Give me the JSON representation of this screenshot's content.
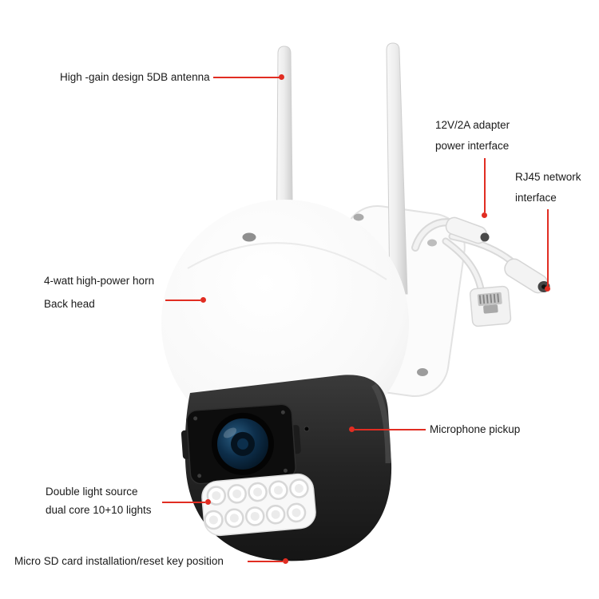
{
  "colors": {
    "background": "#ffffff",
    "callout_red": "#e12d22",
    "label_text": "#1a1a1a",
    "camera_body_black": "#1d1d1d",
    "camera_dome_white": "#f8f8f8",
    "lens_blue": "#0d2e4a"
  },
  "callouts": {
    "antenna": {
      "label": "High -gain design 5DB antenna"
    },
    "power": {
      "line1": "12V/2A adapter",
      "line2": "power interface"
    },
    "rj45": {
      "line1": "RJ45 network",
      "line2": "interface"
    },
    "horn": {
      "line1": "4-watt high-power horn",
      "line2": "Back head"
    },
    "mic": {
      "label": "Microphone pickup"
    },
    "lights": {
      "line1": "Double light source",
      "line2": "dual core 10+10 lights"
    },
    "sd": {
      "label": "Micro SD card installation/reset key position"
    }
  }
}
